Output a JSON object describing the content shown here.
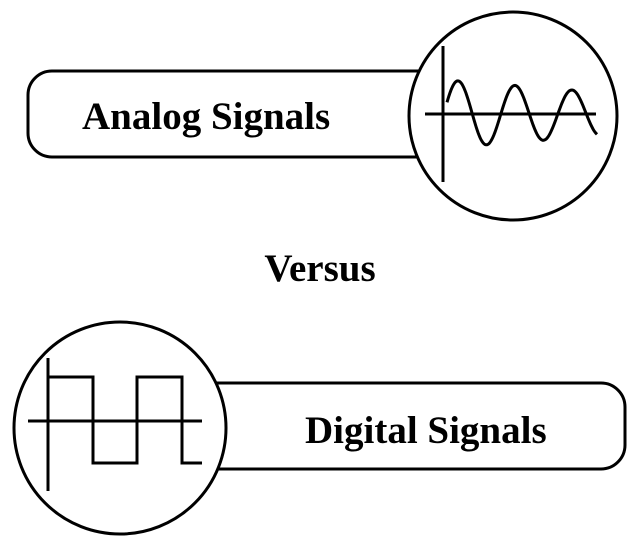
{
  "analog": {
    "label": "Analog Signals"
  },
  "connector": {
    "label": "Versus"
  },
  "digital": {
    "label": "Digital Signals"
  }
}
